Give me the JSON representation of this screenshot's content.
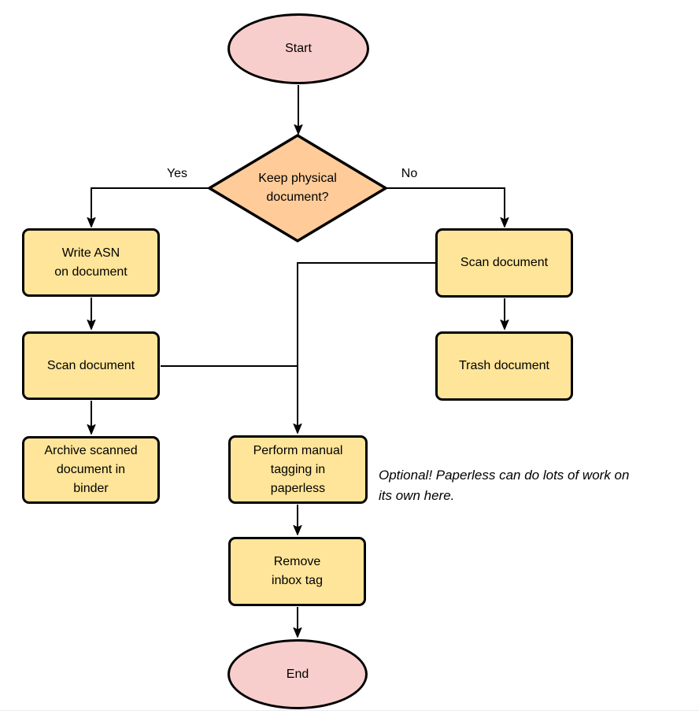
{
  "diagram": {
    "nodes": {
      "start": {
        "label": "Start",
        "type": "terminal"
      },
      "decision": {
        "label": "Keep physical\ndocument?",
        "type": "decision"
      },
      "write_asn": {
        "label": "Write ASN\non document",
        "type": "process"
      },
      "scan_left": {
        "label": "Scan document",
        "type": "process"
      },
      "archive": {
        "label": "Archive scanned\ndocument in\nbinder",
        "type": "process"
      },
      "scan_right": {
        "label": "Scan document",
        "type": "process"
      },
      "trash": {
        "label": "Trash document",
        "type": "process"
      },
      "perform_tagging": {
        "label": "Perform manual\ntagging in\npaperless",
        "type": "process"
      },
      "remove_inbox": {
        "label": "Remove\ninbox tag",
        "type": "process"
      },
      "end": {
        "label": "End",
        "type": "terminal"
      }
    },
    "edges": [
      {
        "from": "start",
        "to": "decision",
        "label": ""
      },
      {
        "from": "decision",
        "to": "write_asn",
        "label": "Yes"
      },
      {
        "from": "decision",
        "to": "scan_right",
        "label": "No"
      },
      {
        "from": "write_asn",
        "to": "scan_left",
        "label": ""
      },
      {
        "from": "scan_left",
        "to": "archive",
        "label": ""
      },
      {
        "from": "scan_left",
        "to": "perform_tagging",
        "label": ""
      },
      {
        "from": "scan_right",
        "to": "perform_tagging",
        "label": ""
      },
      {
        "from": "scan_right",
        "to": "trash",
        "label": ""
      },
      {
        "from": "perform_tagging",
        "to": "remove_inbox",
        "label": ""
      },
      {
        "from": "remove_inbox",
        "to": "end",
        "label": ""
      }
    ],
    "note": "Optional! Paperless can do lots of work on\nits own here.",
    "colors": {
      "terminal_fill": "#F8CECC",
      "decision_fill": "#FFCC99",
      "process_fill": "#FFE599",
      "stroke": "#000000"
    }
  }
}
